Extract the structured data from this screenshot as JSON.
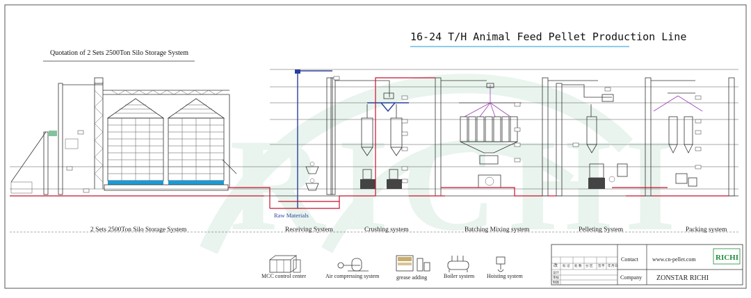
{
  "titles": {
    "main": "16-24 T/H Animal Feed Pellet Production Line",
    "quotation": "Quotation of 2 Sets 2500Ton Silo Storage System",
    "raw_materials": "Raw Materials"
  },
  "sections": [
    "2 Sets 2500Ton Silo Storage System",
    "Receiving System",
    "Crushing system",
    "Batching Mixing system",
    "Pelleting System",
    "Packing system"
  ],
  "legend": [
    {
      "label": "MCC control center",
      "icon": "mcc-cabinet-icon"
    },
    {
      "label": "Air compressing system",
      "icon": "air-compressor-icon"
    },
    {
      "label": "grease adding",
      "icon": "grease-tank-icon"
    },
    {
      "label": "Boiler system",
      "icon": "boiler-icon"
    },
    {
      "label": "Hoisting system",
      "icon": "hoist-icon"
    }
  ],
  "title_block": {
    "contact_label": "Contact",
    "company_label": "Company",
    "website": "www.cn-pellet.com",
    "company": "ZONSTAR RICHI",
    "logo_text": "RICHI",
    "cell_labels": [
      "标",
      "记",
      "处",
      "数",
      "分",
      "区",
      "签",
      "字",
      "年",
      "月",
      "日"
    ],
    "row_labels": [
      "设计",
      "审核",
      "制图"
    ],
    "rev": "改"
  },
  "colors": {
    "frame": "#555555",
    "accent_red": "#c8102e",
    "accent_blue": "#2a3f9a",
    "accent_purple": "#9b3fb3",
    "silo_blue": "#1a9bd7",
    "logo_green": "#1e8c3a",
    "watermark_green": "#2e9b5a"
  }
}
